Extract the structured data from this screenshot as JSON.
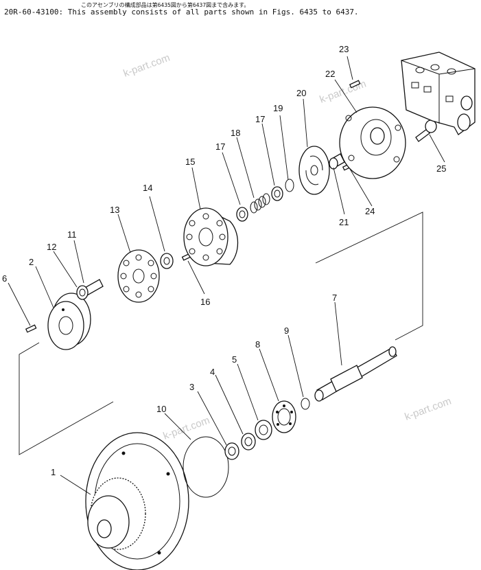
{
  "header": {
    "japanese_note": "このアセンブリの構成部品は第6435図から第6437図まで含みます。",
    "assembly_note": "20R-60-43100: This assembly consists of all parts shown in Figs. 6435 to 6437."
  },
  "watermarks": [
    "k-part.com",
    "k-part.com",
    "k-part.com",
    "k-part.com"
  ],
  "callouts": [
    "1",
    "2",
    "3",
    "4",
    "5",
    "6",
    "7",
    "8",
    "9",
    "10",
    "11",
    "12",
    "13",
    "14",
    "15",
    "16",
    "17",
    "17",
    "18",
    "19",
    "20",
    "21",
    "22",
    "23",
    "24",
    "25"
  ]
}
